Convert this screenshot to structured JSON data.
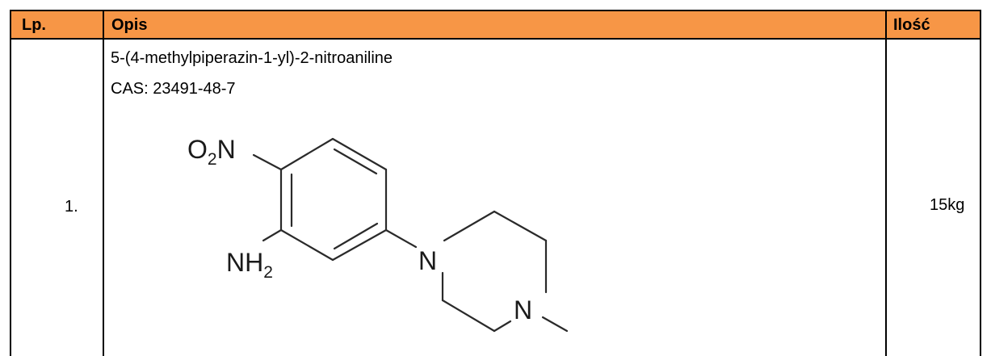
{
  "table": {
    "headers": {
      "lp": "Lp.",
      "opis": "Opis",
      "ilosc": "Ilość"
    },
    "rows": [
      {
        "lp": "1.",
        "name": "5-(4-methylpiperazin-1-yl)-2-nitroaniline",
        "cas": "CAS: 23491-48-7",
        "quantity": "15kg"
      }
    ]
  },
  "structure": {
    "nitro_label": "O2N",
    "amine_label": "NH2",
    "piperazine_n1": "N",
    "piperazine_n4": "N"
  },
  "colors": {
    "header_bg": "#f79646",
    "border": "#000000"
  }
}
